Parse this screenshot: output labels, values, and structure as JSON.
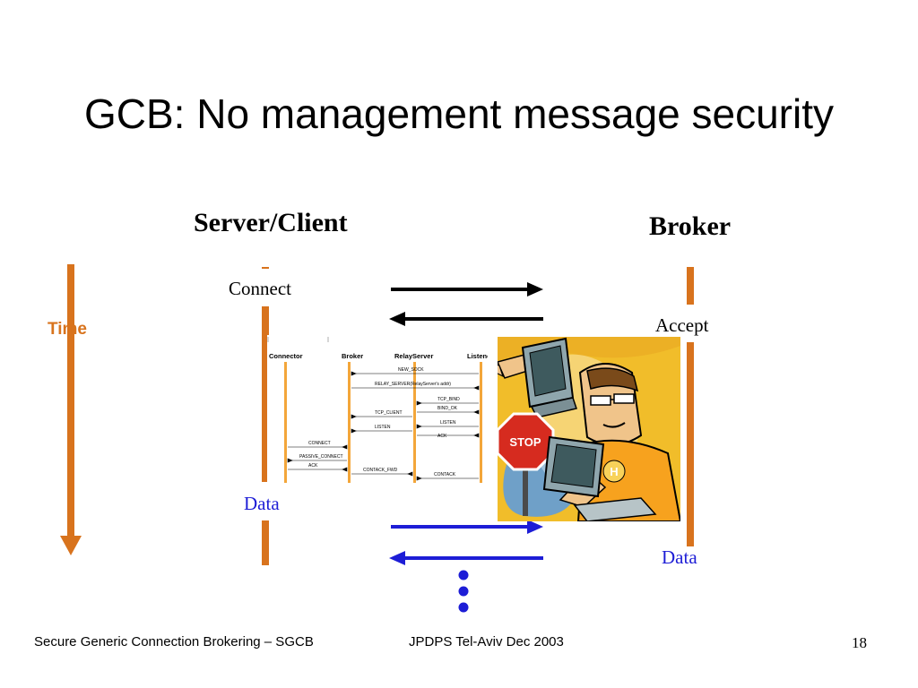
{
  "slide": {
    "title": "GCB: No management message security",
    "server_client_heading": "Server/Client",
    "broker_heading": "Broker",
    "time_label": "Time",
    "connect_label": "Connect",
    "accept_label": "Accept",
    "data_left_label": "Data",
    "data_right_label": "Data",
    "colors": {
      "orange": "#d8731d",
      "blue": "#1d1dd6",
      "black": "#000000"
    }
  },
  "sequence_diagram": {
    "lanes": [
      "Connector",
      "Broker",
      "RelayServer",
      "Listener"
    ],
    "messages": [
      "NEW_SOCK",
      "RELAY_SERVER(RelayServer's addr)",
      "TCP_BIND",
      "BIND_OK",
      "TCP_CLIENT",
      "LISTEN",
      "LISTEN",
      "ACK",
      "CONNECT",
      "PASSIVE_CONNECT",
      "ACK",
      "CONTACK_FWD",
      "CONTACK"
    ]
  },
  "clipart": {
    "sign_text": "STOP",
    "shirt_letter": "H"
  },
  "footer": {
    "left": "Secure Generic Connection Brokering – SGCB",
    "center": "JPDPS Tel-Aviv Dec 2003",
    "page": "18"
  }
}
